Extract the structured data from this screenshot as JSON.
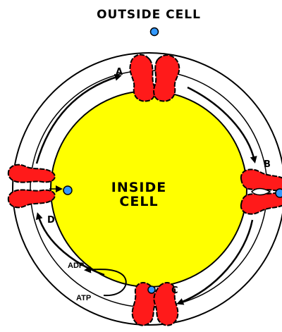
{
  "labels": {
    "outside": "OUTSIDE CELL",
    "inside_line1": "INSIDE",
    "inside_line2": "CELL",
    "position_a": "A",
    "position_b": "B",
    "position_c": "C",
    "position_d": "D",
    "adp": "ADP",
    "atp": "ATP"
  },
  "colors": {
    "membrane_fill": "#ffffff",
    "cytoplasm": "#ffff00",
    "protein": "#ff1a1a",
    "ion": "#3399ff",
    "outline": "#000000"
  }
}
